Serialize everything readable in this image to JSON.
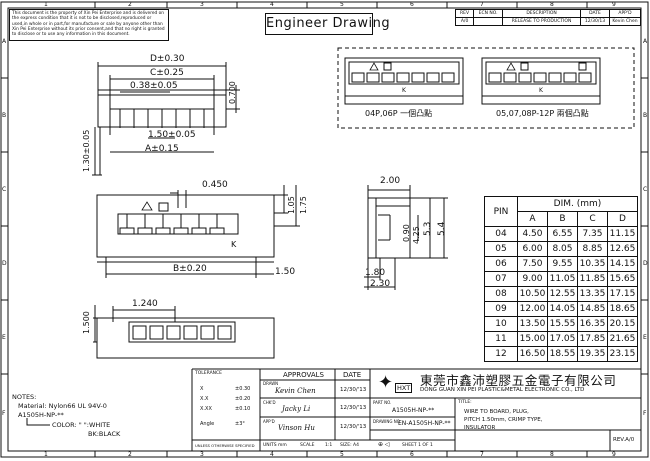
{
  "notice": "This document is the property of Xin Pei Enterprise and is delivered on the express condition that it is not to be disclosed,reproduced or used,in whole or in part,for manufacture or sale by anyone other than Xin Pei Enterprise without its prior consent,and that no right is granted to disclose or to use any information in this document.",
  "title": "Engineer Drawing",
  "grid_cols": [
    "1",
    "2",
    "3",
    "4",
    "5",
    "6",
    "7",
    "8",
    "9"
  ],
  "grid_rows": [
    "A",
    "B",
    "C",
    "D",
    "E",
    "F"
  ],
  "revision": {
    "headers": [
      "REV",
      "ECN NO.",
      "DESCRIPTION",
      "DATE",
      "APP'D"
    ],
    "row": [
      "A/0",
      "",
      "RELEASE TO PRODUCTION",
      "12/30/13",
      "Kevin Chen"
    ]
  },
  "dims": {
    "d_top": "D±0.30",
    "c_top": "C±0.25",
    "d038": "0.38±0.05",
    "d0700": "0.700",
    "d150": "1.50±0.05",
    "a_top": "A±0.15",
    "d130": "1.30±0.05",
    "d0450": "0.450",
    "d105": "1.05",
    "d175": "1.75",
    "b_front": "B±0.20",
    "d150b": "1.50",
    "d1240": "1.240",
    "d1500": "1.500",
    "s200": "2.00",
    "s090": "0.90",
    "s425": "4.25",
    "s53": "5.3",
    "s54": "5.4",
    "s180": "1.80",
    "s230": "2.30"
  },
  "markings": {
    "k1": "K",
    "k2": "K",
    "k3": "K",
    "cap1": "04P,06P 一個凸點",
    "cap2": "05,07,08P-12P 兩個凸點"
  },
  "pin_table": {
    "pin_header": "PIN",
    "dim_header": "DIM. (mm)",
    "columns": [
      "A",
      "B",
      "C",
      "D"
    ],
    "rows": [
      [
        "04",
        "4.50",
        "6.55",
        "7.35",
        "11.15"
      ],
      [
        "05",
        "6.00",
        "8.05",
        "8.85",
        "12.65"
      ],
      [
        "06",
        "7.50",
        "9.55",
        "10.35",
        "14.15"
      ],
      [
        "07",
        "9.00",
        "11.05",
        "11.85",
        "15.65"
      ],
      [
        "08",
        "10.50",
        "12.55",
        "13.35",
        "17.15"
      ],
      [
        "09",
        "12.00",
        "14.05",
        "14.85",
        "18.65"
      ],
      [
        "10",
        "13.50",
        "15.55",
        "16.35",
        "20.15"
      ],
      [
        "11",
        "15.00",
        "17.05",
        "17.85",
        "21.65"
      ],
      [
        "12",
        "16.50",
        "18.55",
        "19.35",
        "23.15"
      ]
    ]
  },
  "notes": {
    "heading": "NOTES:",
    "material": "Material: Nylon66 UL 94V-0",
    "part": "A1505H-NP-**",
    "color_label": "COLOR: \" \":WHITE",
    "color_bk": "BK:BLACK"
  },
  "title_block": {
    "tolerance": "TOLERANCE",
    "tol_rows": [
      [
        "X",
        "±0.30"
      ],
      [
        "X.X",
        "±0.20"
      ],
      [
        "X.XX",
        "±0.10"
      ],
      [
        "Angle",
        "±3°"
      ]
    ],
    "unless": "UNLESS OTHERWISE SPECIFIED",
    "approvals": "APPROVALS",
    "date_h": "DATE",
    "drawn": "DRAWN",
    "drawn_by": "Kevin Chen",
    "drawn_date": "12/30/'13",
    "chkd": "CHK'D",
    "chkd_by": "Jacky Li",
    "chkd_date": "12/30/'13",
    "appd": "APP'D",
    "appd_by": "Vinson Hu",
    "appd_date": "12/30/'13",
    "units": "UNITS mm",
    "scale_l": "SCALE",
    "scale_v": "1:1",
    "size": "SIZE: A4",
    "sheet": "SHEET 1 OF 1",
    "company_cn": "東莞市鑫沛塑膠五金電子有限公司",
    "company_en": "DONG GUAN XIN PEI PLASTIC&METAL ELECTRONIC CO., LTD",
    "logo": "HXT",
    "part_no_l": "PART NO.",
    "part_no": "A1505H-NP-**",
    "drawing_no_l": "DRAWING NO.",
    "drawing_no": "EN-A1505H-NP-**",
    "title_l": "TITLE:",
    "title_1": "WIRE TO BOARD, PLUG,",
    "title_2": "PITCH 1.50mm, CRIMP TYPE,",
    "title_3": "INSULATOR",
    "rev": "REV.A/0"
  },
  "colors": {
    "line": "#111111",
    "bg": "#ffffff"
  }
}
